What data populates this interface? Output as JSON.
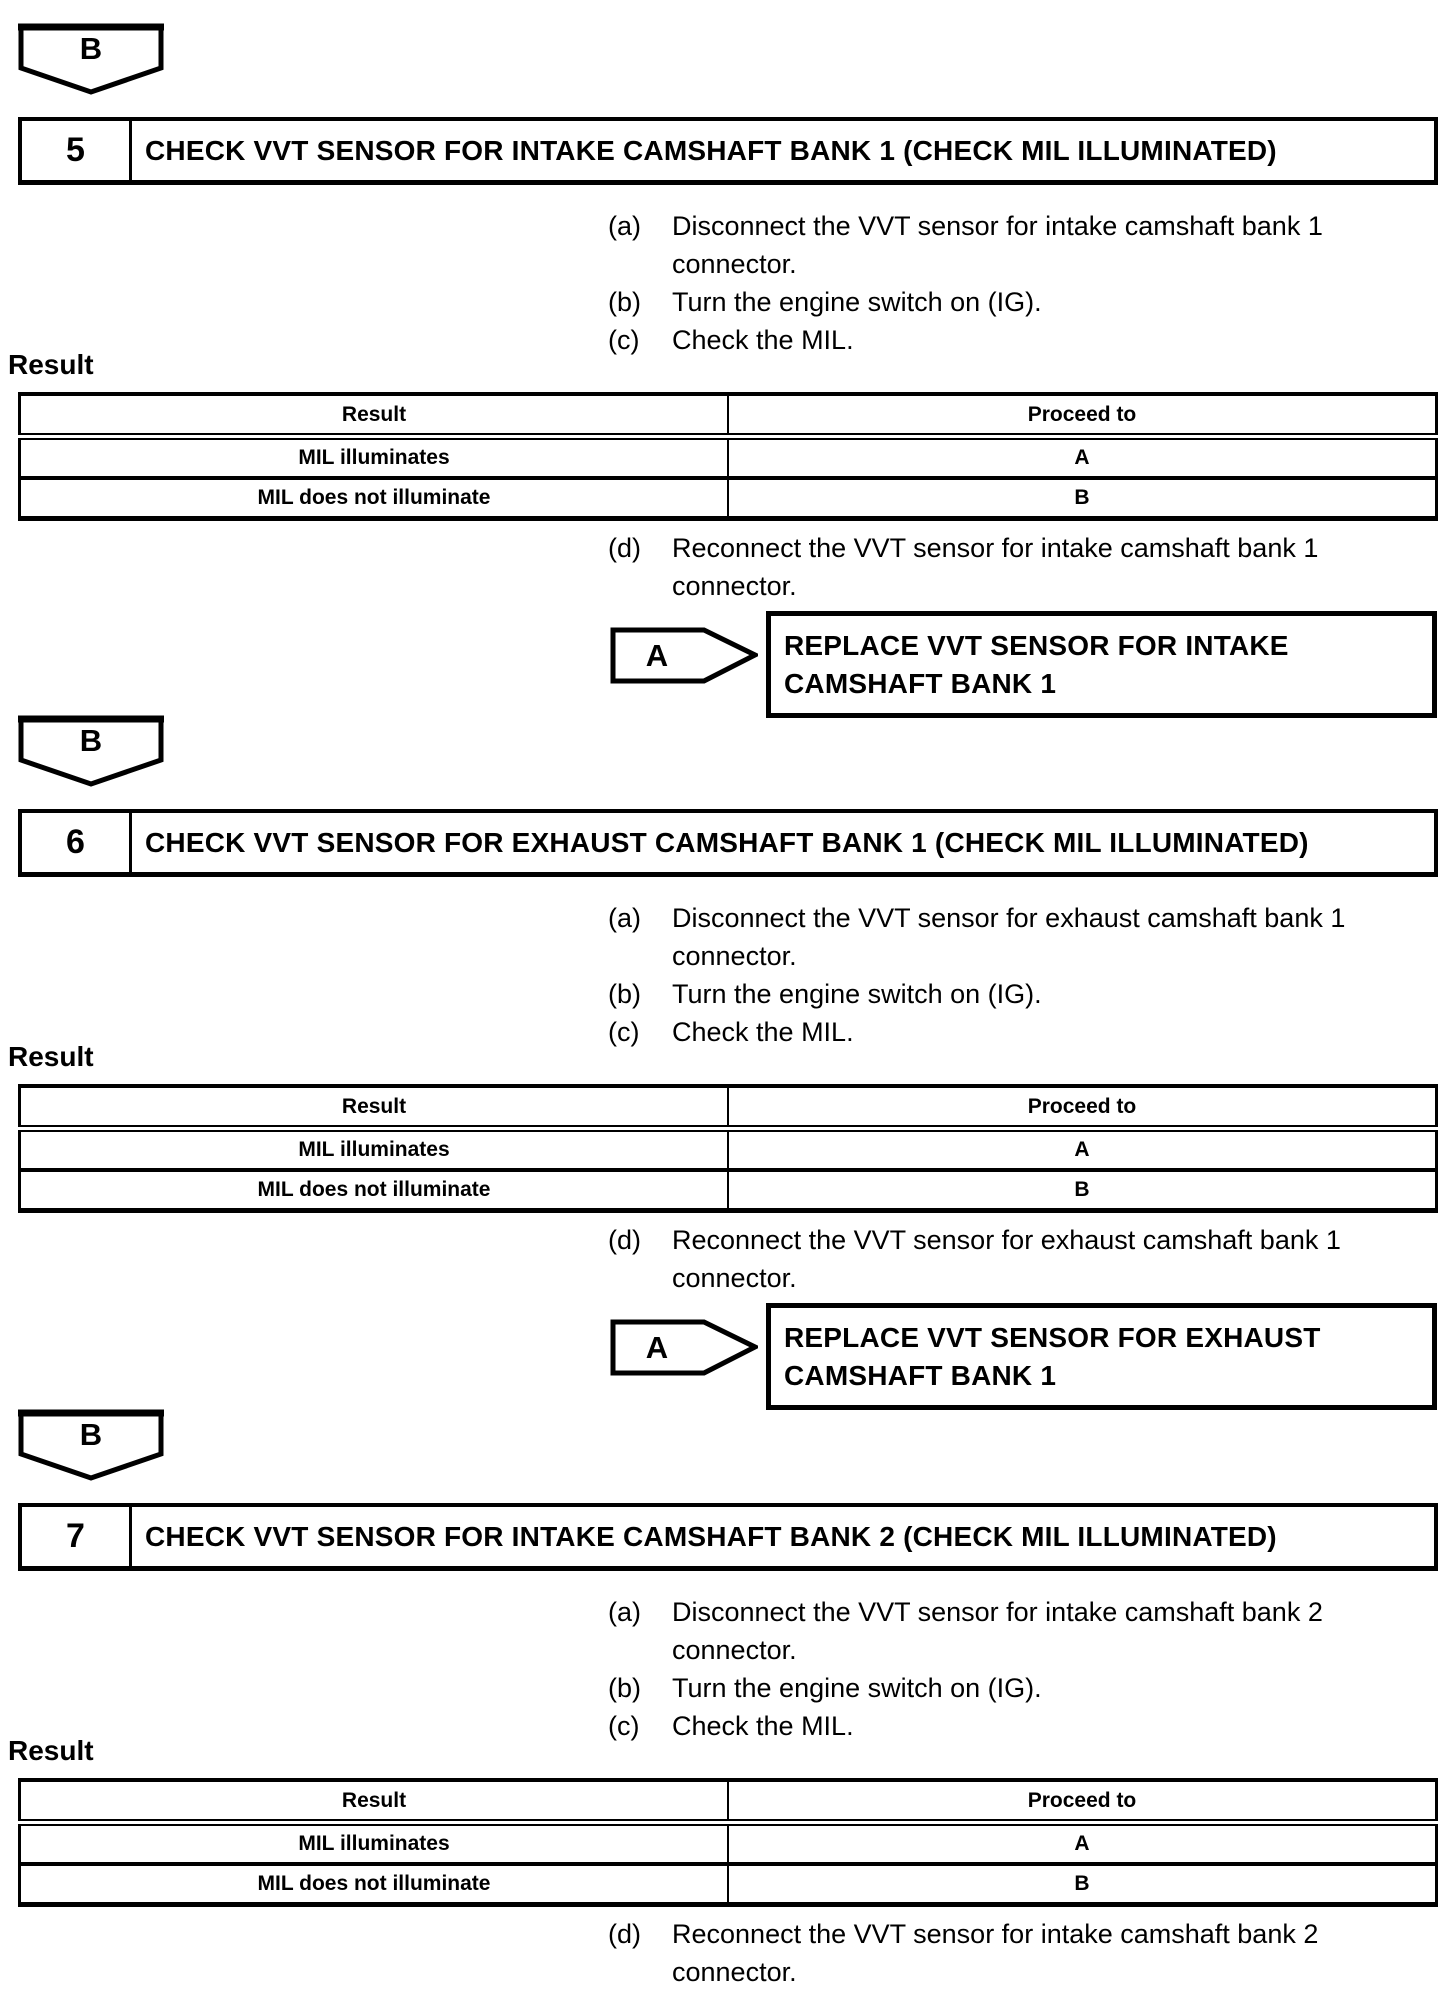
{
  "colors": {
    "ink": "#000000",
    "paper": "#ffffff"
  },
  "sections": [
    {
      "connector_label": "B",
      "step_number": "5",
      "title": "CHECK VVT SENSOR FOR INTAKE CAMSHAFT BANK 1 (CHECK MIL ILLUMINATED)",
      "substeps": [
        {
          "label": "(a)",
          "text": "Disconnect the VVT sensor for intake camshaft bank 1 connector."
        },
        {
          "label": "(b)",
          "text": "Turn the engine switch on (IG)."
        },
        {
          "label": "(c)",
          "text": "Check the MIL."
        }
      ],
      "result_heading": "Result",
      "result_table": {
        "headers": [
          "Result",
          "Proceed to"
        ],
        "rows": [
          [
            "MIL illuminates",
            "A"
          ],
          [
            "MIL does not illuminate",
            "B"
          ]
        ]
      },
      "post_step": {
        "label": "(d)",
        "text": "Reconnect the VVT sensor for intake camshaft bank 1 connector."
      },
      "outcome": {
        "badge": "A",
        "action": "REPLACE VVT SENSOR FOR INTAKE CAMSHAFT BANK 1"
      }
    },
    {
      "connector_label": "B",
      "step_number": "6",
      "title": "CHECK VVT SENSOR FOR EXHAUST CAMSHAFT BANK 1 (CHECK MIL ILLUMINATED)",
      "substeps": [
        {
          "label": "(a)",
          "text": "Disconnect the VVT sensor for exhaust camshaft bank 1 connector."
        },
        {
          "label": "(b)",
          "text": "Turn the engine switch on (IG)."
        },
        {
          "label": "(c)",
          "text": "Check the MIL."
        }
      ],
      "result_heading": "Result",
      "result_table": {
        "headers": [
          "Result",
          "Proceed to"
        ],
        "rows": [
          [
            "MIL illuminates",
            "A"
          ],
          [
            "MIL does not illuminate",
            "B"
          ]
        ]
      },
      "post_step": {
        "label": "(d)",
        "text": "Reconnect the VVT sensor for exhaust camshaft bank 1 connector."
      },
      "outcome": {
        "badge": "A",
        "action": "REPLACE VVT SENSOR FOR EXHAUST CAMSHAFT BANK 1"
      }
    },
    {
      "connector_label": "B",
      "step_number": "7",
      "title": "CHECK VVT SENSOR FOR INTAKE CAMSHAFT BANK 2 (CHECK MIL ILLUMINATED)",
      "substeps": [
        {
          "label": "(a)",
          "text": "Disconnect the VVT sensor for intake camshaft bank 2 connector."
        },
        {
          "label": "(b)",
          "text": "Turn the engine switch on (IG)."
        },
        {
          "label": "(c)",
          "text": "Check the MIL."
        }
      ],
      "result_heading": "Result",
      "result_table": {
        "headers": [
          "Result",
          "Proceed to"
        ],
        "rows": [
          [
            "MIL illuminates",
            "A"
          ],
          [
            "MIL does not illuminate",
            "B"
          ]
        ]
      },
      "post_step": {
        "label": "(d)",
        "text": "Reconnect the VVT sensor for intake camshaft bank 2 connector."
      }
    }
  ]
}
